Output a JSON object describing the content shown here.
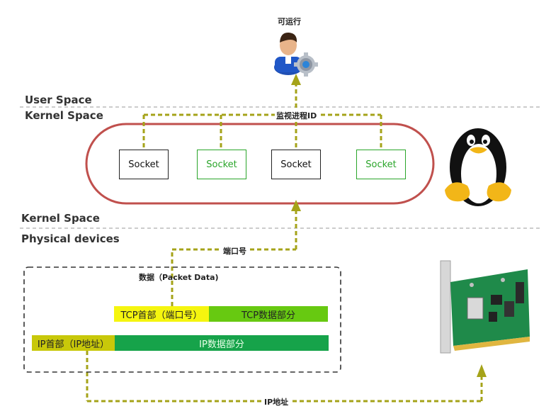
{
  "top_label": "可运行",
  "spaces": {
    "user_space": "User Space",
    "kernel_space_top": "Kernel Space",
    "kernel_space_bottom": "Kernel Space",
    "physical_devices": "Physical devices"
  },
  "monitor_label": "监视进程ID",
  "sockets": [
    {
      "label": "Socket",
      "style": "black"
    },
    {
      "label": "Socket",
      "style": "green"
    },
    {
      "label": "Socket",
      "style": "black"
    },
    {
      "label": "Socket",
      "style": "green"
    }
  ],
  "port_label": "端口号",
  "packet_title": "数据（Packet Data)",
  "tcp_header": "TCP首部（端口号）",
  "tcp_data": "TCP数据部分",
  "ip_header": "IP首部（IP地址）",
  "ip_data": "IP数据部分",
  "ip_address_label": "IP地址",
  "colors": {
    "arrow": "#a5a319",
    "ellipse": "#c0504d",
    "tcp_header_bg": "#f5f50f",
    "tcp_data_bg": "#67c911",
    "ip_header_bg": "#c8c80a",
    "ip_data_bg": "#16a34a"
  }
}
